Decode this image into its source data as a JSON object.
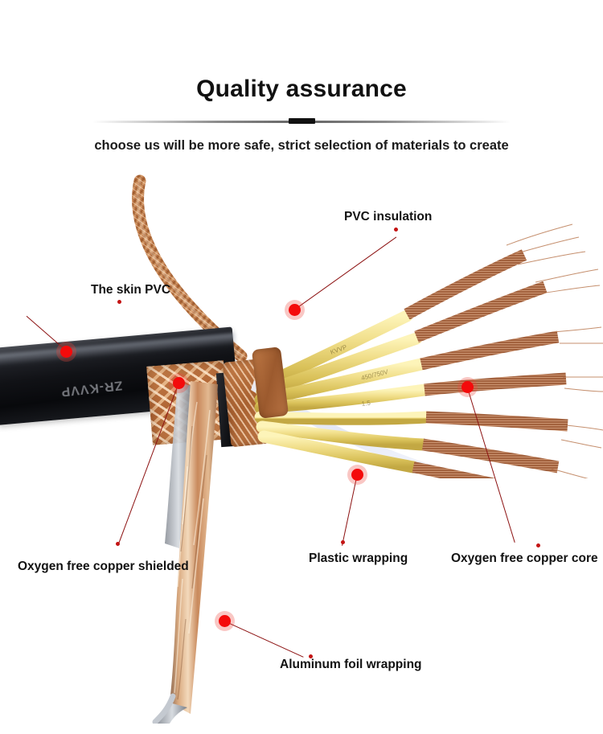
{
  "header": {
    "title": "Quality assurance",
    "subtitle": "choose us will be more safe, strict selection of materials to create"
  },
  "product": {
    "jacket_print": "ZR-KVVP"
  },
  "callouts": [
    {
      "id": "pvc-insulation",
      "label": "PVC insulation"
    },
    {
      "id": "the-skin-pvc",
      "label": "The skin PVC"
    },
    {
      "id": "oxygen-free-copper-shielded",
      "label": "Oxygen free copper shielded"
    },
    {
      "id": "plastic-wrapping",
      "label": "Plastic wrapping"
    },
    {
      "id": "oxygen-free-copper-core",
      "label": "Oxygen free copper core"
    },
    {
      "id": "aluminum-foil-wrapping",
      "label": "Aluminum foil wrapping"
    }
  ],
  "colors": {
    "marker": "#f40b0b",
    "leader_line": "#8c1111",
    "text": "#121212",
    "jacket": "#0e1013",
    "copper": "#c07a46",
    "insulation": "#eedc8a"
  }
}
